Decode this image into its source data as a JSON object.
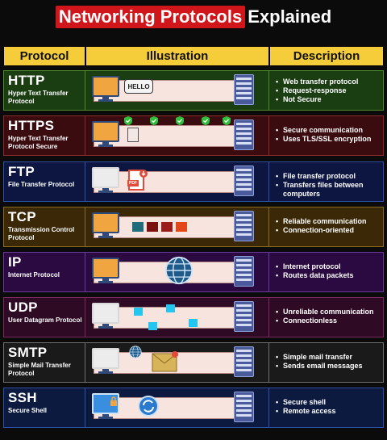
{
  "title": {
    "highlight": "Networking Protocols",
    "rest": "Explained"
  },
  "headers": {
    "protocol": "Protocol",
    "illustration": "Illustration",
    "description": "Description"
  },
  "protocols": [
    {
      "name": "HTTP",
      "full": "Hyper Text Transfer Protocol",
      "bullets": [
        "Web transfer protocol",
        "Request-response",
        "Not Secure"
      ],
      "color": "#1a3d12",
      "border": "#4f8a2c",
      "bubble": "HELLO"
    },
    {
      "name": "HTTPS",
      "full": "Hyper Text Transfer Protocol Secure",
      "bullets": [
        "Secure communication",
        "Uses TLS/SSL encryption"
      ],
      "color": "#3a0c10",
      "border": "#8a2a2a"
    },
    {
      "name": "FTP",
      "full": "File Transfer Protocol",
      "bullets": [
        "File transfer protocol",
        "Transfers files between computers"
      ],
      "color": "#0c1640",
      "border": "#3050a8",
      "badge": "PDF"
    },
    {
      "name": "TCP",
      "full": "Transmission Control Protocol",
      "bullets": [
        "Reliable communication",
        "Connection-oriented"
      ],
      "color": "#3a2806",
      "border": "#8a6a1c"
    },
    {
      "name": "IP",
      "full": "Internet Protocol",
      "bullets": [
        "Internet protocol",
        "Routes data packets"
      ],
      "color": "#2a0a40",
      "border": "#6a3a9a"
    },
    {
      "name": "UDP",
      "full": "User Datagram Protocol",
      "bullets": [
        "Unreliable communication",
        "Connectionless"
      ],
      "color": "#2e0a24",
      "border": "#7a2a60"
    },
    {
      "name": "SMTP",
      "full": "Simple Mail Transfer Protocol",
      "bullets": [
        "Simple mail transfer",
        "Sends email messages"
      ],
      "color": "#1a1a1a",
      "border": "#707070"
    },
    {
      "name": "SSH",
      "full": "Secure Shell",
      "bullets": [
        "Secure shell",
        "Remote access"
      ],
      "color": "#0c1a40",
      "border": "#3050a8"
    }
  ]
}
